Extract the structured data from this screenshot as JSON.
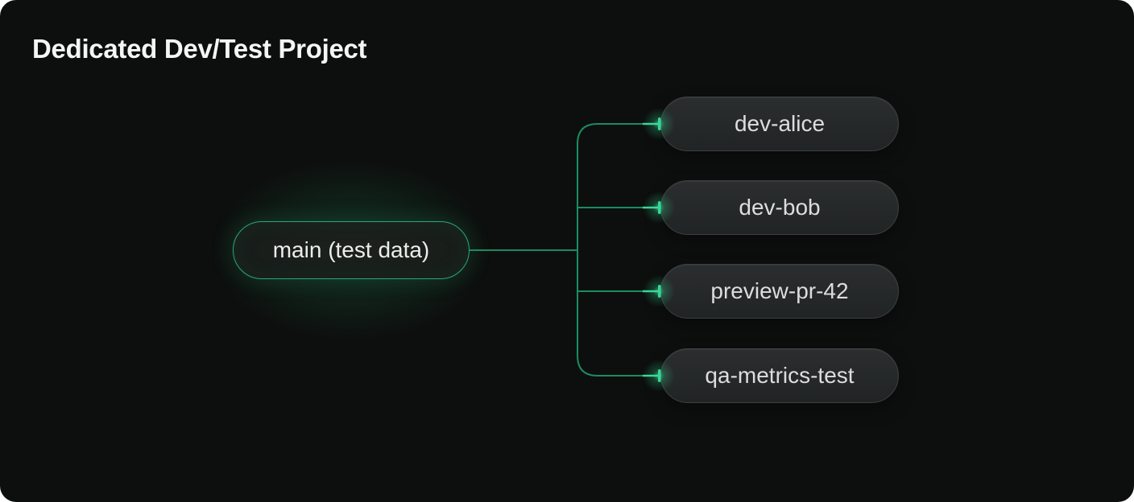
{
  "card": {
    "title": "Dedicated Dev/Test Project"
  },
  "diagram": {
    "root": {
      "label": "main (test data)"
    },
    "branches": [
      {
        "label": "dev-alice"
      },
      {
        "label": "dev-bob"
      },
      {
        "label": "preview-pr-42"
      },
      {
        "label": "qa-metrics-test"
      }
    ],
    "colors": {
      "card_background": "#0d0f0e",
      "connector_green": "#1b8c60",
      "endpoint_glow_green": "#3ee2a1",
      "root_border_green": "#2ca678",
      "root_fill": "#171c19",
      "branch_fill": "#242728",
      "branch_border": "#3c4040",
      "title_text": "#f4f5f4",
      "node_text": "#dcdedd"
    }
  }
}
